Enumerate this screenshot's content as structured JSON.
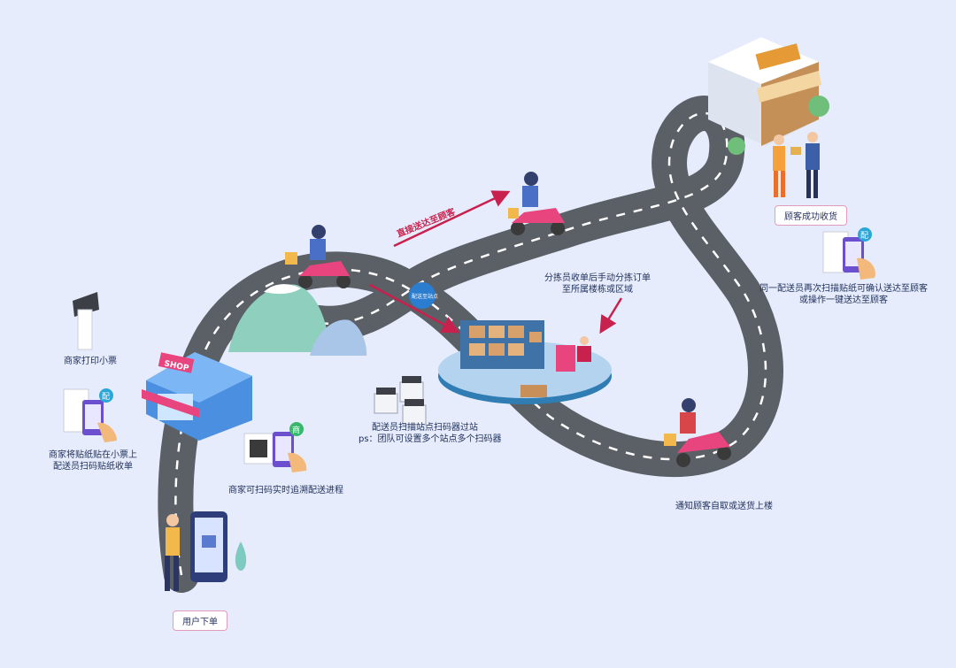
{
  "steps": {
    "user_order": "用户下单",
    "merchant_print": "商家打印小票",
    "merchant_stick": "商家将贴纸贴在小票上",
    "merchant_stick_2": "配送员扫码贴纸收单",
    "merchant_track": "商家可扫码实时追溯配送进程",
    "station_scan": "配送员扫描站点扫码器过站",
    "station_scan_ps": "ps：团队可设置多个站点多个扫码器",
    "sorter": "分拣员收单后手动分拣订单",
    "sorter_2": "至所属楼栋或区域",
    "direct_delivery": "直接送达至顾客",
    "station_badge": "配送至站点",
    "customer_received": "顾客成功收货",
    "confirm_scan": "同一配送员再次扫描贴纸可确认送达至顾客",
    "confirm_scan_2": "或操作一键送达至顾客",
    "notify": "通知顾客自取或送货上楼"
  },
  "badges": {
    "pei": "配",
    "shang": "商"
  },
  "shop_sign": "SHOP",
  "colors": {
    "background": "#e6ecfb",
    "road": "#5b5f66",
    "arrow": "#c8214e",
    "accent": "#e8447e"
  }
}
